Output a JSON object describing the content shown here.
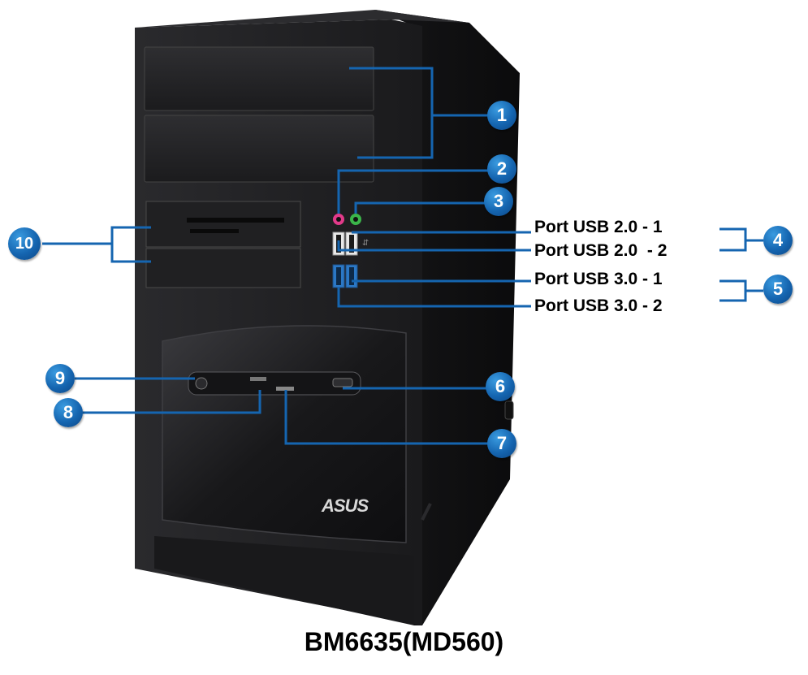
{
  "callouts": [
    "1",
    "2",
    "3",
    "4",
    "5",
    "6",
    "7",
    "8",
    "9",
    "10"
  ],
  "port_labels": [
    "Port USB 2.0 - 1",
    "Port USB 2.0  - 2",
    "Port USB 3.0 - 1",
    "Port USB 3.0 - 2"
  ],
  "model": "BM6635(MD560)",
  "brand_logo": "ASUS",
  "colors": {
    "callout": "#1565b0",
    "leader": "#1565b0",
    "case": "#1c1c1e",
    "audio_mic": "#e23a8a",
    "audio_headphone": "#3bb54a",
    "usb3": "#2b78c6"
  },
  "icons": [
    "headphone-jack-icon",
    "microphone-jack-icon",
    "usb-icon",
    "power-button-icon"
  ]
}
